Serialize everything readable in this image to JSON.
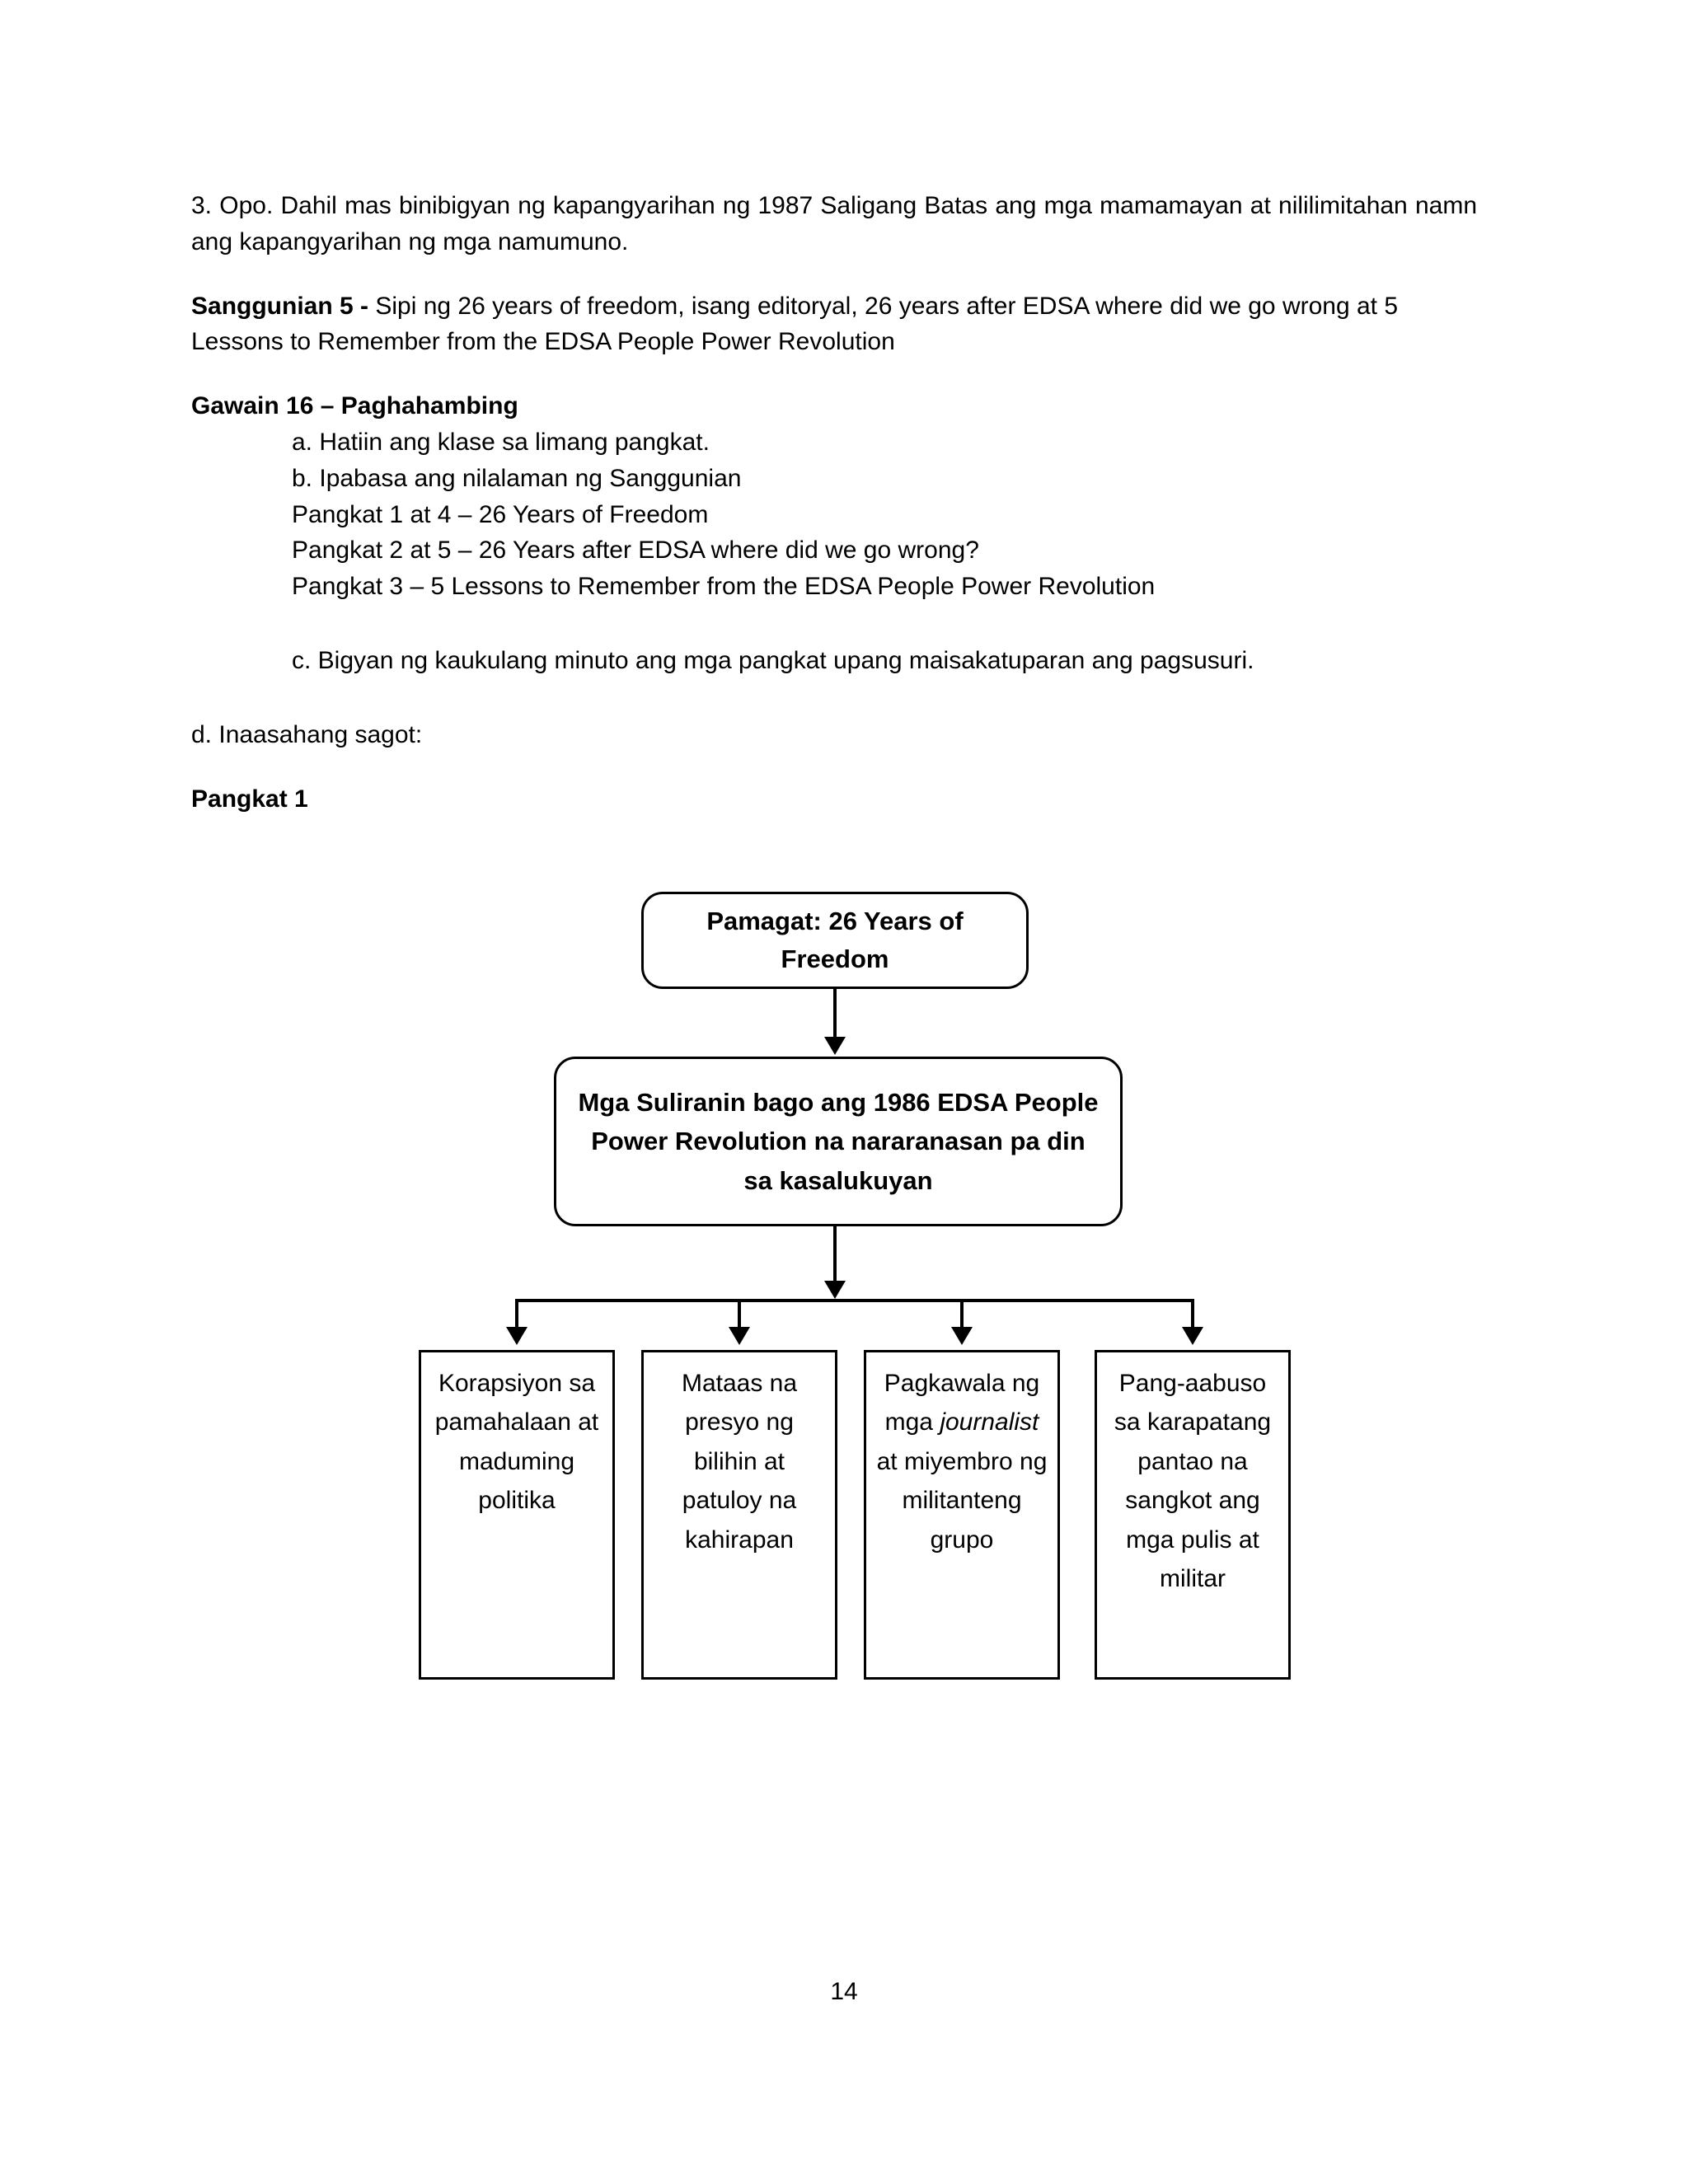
{
  "document": {
    "page_number": "14"
  },
  "body": {
    "answer3": "3. Opo.  Dahil mas binibigyan ng kapangyarihan ng 1987 Saligang Batas ang mga mamamayan at nililimitahan namn ang kapangyarihan ng mga namumuno.",
    "sanggunian": {
      "label": "Sanggunian 5 - ",
      "text": "Sipi ng  26 years of freedom, isang editoryal, 26 years after EDSA where did we go wrong at 5 Lessons to Remember from the EDSA People Power Revolution"
    },
    "gawain": {
      "heading": "Gawain 16 – Paghahambing",
      "steps": [
        "a. Hatiin ang klase sa limang pangkat.",
        "b. Ipabasa ang nilalaman ng Sanggunian",
        "Pangkat 1 at 4 – 26 Years of Freedom",
        "Pangkat 2 at 5 – 26 Years after EDSA where did we go wrong?",
        "Pangkat 3 – 5 Lessons to Remember from the EDSA People Power Revolution"
      ],
      "step_c": "c. Bigyan ng kaukulang minuto ang mga pangkat upang maisakatuparan ang pagsusuri.",
      "step_d": "d. Inaasahang sagot:"
    },
    "pangkat_heading": "Pangkat 1"
  },
  "chart_data": {
    "type": "diagram",
    "title": "Pangkat 1 – 26 Years of Freedom concept map",
    "nodes": {
      "title_node": "Pamagat: 26 Years of Freedom",
      "main_node": "Mga Suliranin bago ang 1986 EDSA People Power Revolution na nararanasan pa din sa kasalukuyan",
      "leaves": [
        {
          "text": "Korapsiyon sa pamahalaan at maduming politika",
          "italic_part": ""
        },
        {
          "text": "Mataas na presyo ng bilihin at patuloy na kahirapan",
          "italic_part": ""
        },
        {
          "text_before": "Pagkawala ng mga ",
          "italic_part": "journalist",
          "text_after": " at miyembro ng militanteng grupo"
        },
        {
          "text": "Pang-aabuso sa karapatang pantao na sangkot ang mga pulis at militar",
          "italic_part": ""
        }
      ]
    },
    "edges": [
      {
        "from": "title_node",
        "to": "main_node"
      },
      {
        "from": "main_node",
        "to": "leaf-1"
      },
      {
        "from": "main_node",
        "to": "leaf-2"
      },
      {
        "from": "main_node",
        "to": "leaf-3"
      },
      {
        "from": "main_node",
        "to": "leaf-4"
      }
    ],
    "colors": {
      "stroke": "#000000",
      "fill": "#ffffff"
    }
  }
}
